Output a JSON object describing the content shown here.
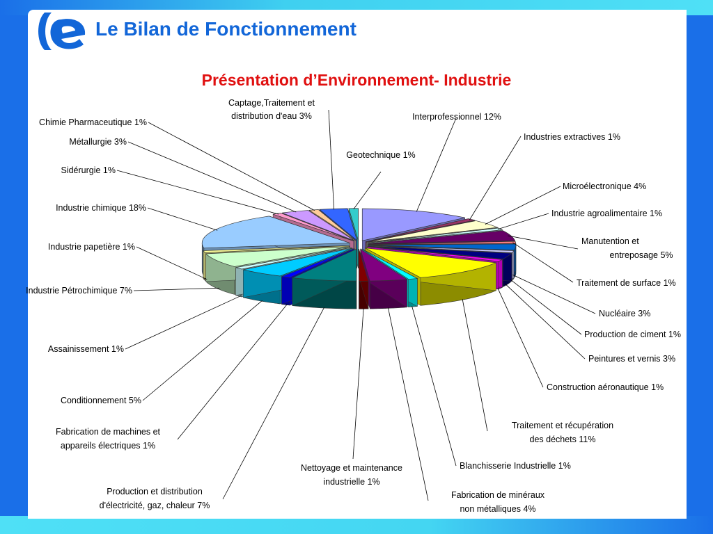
{
  "header": {
    "title": "Le Bilan de Fonctionnement"
  },
  "chart_data": {
    "type": "pie",
    "title": "Présentation d’Environnement- Industrie",
    "slices": [
      {
        "label": "Interprofessionnel 12%",
        "value": 12,
        "color": "#9999ff"
      },
      {
        "label": "Industries extractives 1%",
        "value": 1,
        "color": "#993366"
      },
      {
        "label": "Microélectronique 4%",
        "value": 4,
        "color": "#ffffcc"
      },
      {
        "label": "Industrie agroalimentaire 1%",
        "value": 1,
        "color": "#ccffff"
      },
      {
        "label": "Manutention et entreposage 5%",
        "value": 5,
        "color": "#660066"
      },
      {
        "label": "Traitement de surface 1%",
        "value": 1,
        "color": "#ff8080"
      },
      {
        "label": "Nucléaire 3%",
        "value": 3,
        "color": "#0066cc"
      },
      {
        "label": "Production de ciment 1%",
        "value": 1,
        "color": "#ccccff"
      },
      {
        "label": "Peintures et vernis 3%",
        "value": 3,
        "color": "#000080"
      },
      {
        "label": "Construction aéronautique 1%",
        "value": 1,
        "color": "#ff00ff"
      },
      {
        "label": "Traitement et récupération des déchets 11%",
        "value": 11,
        "color": "#ffff00"
      },
      {
        "label": "Blanchisserie Industrielle 1%",
        "value": 1,
        "color": "#00ffff"
      },
      {
        "label": "Fabrication de minéraux non métalliques 4%",
        "value": 4,
        "color": "#800080"
      },
      {
        "label": "Nettoyage et maintenance industrielle 1%",
        "value": 1,
        "color": "#800000"
      },
      {
        "label": "Production et distribution d'électricité, gaz, chaleur 7%",
        "value": 7,
        "color": "#008080"
      },
      {
        "label": "Fabrication de machines et appareils électriques 1%",
        "value": 1,
        "color": "#0000ff"
      },
      {
        "label": "Conditionnement 5%",
        "value": 5,
        "color": "#00ccff"
      },
      {
        "label": "Assainissement 1%",
        "value": 1,
        "color": "#ccffff"
      },
      {
        "label": "Industrie Pétrochimique 7%",
        "value": 7,
        "color": "#ccffcc"
      },
      {
        "label": "Industrie papetière 1%",
        "value": 1,
        "color": "#ffff99"
      },
      {
        "label": "Industrie chimique 18%",
        "value": 18,
        "color": "#99ccff"
      },
      {
        "label": "Sidérurgie 1%",
        "value": 1,
        "color": "#ff99cc"
      },
      {
        "label": "Métallurgie 3%",
        "value": 3,
        "color": "#cc99ff"
      },
      {
        "label": "Chimie Pharmaceutique 1%",
        "value": 1,
        "color": "#ffcc99"
      },
      {
        "label": "Captage,Traitement et distribution d'eau 3%",
        "value": 3,
        "color": "#3366ff"
      },
      {
        "label": "Geotechnique 1%",
        "value": 1,
        "color": "#33cccc"
      }
    ]
  }
}
